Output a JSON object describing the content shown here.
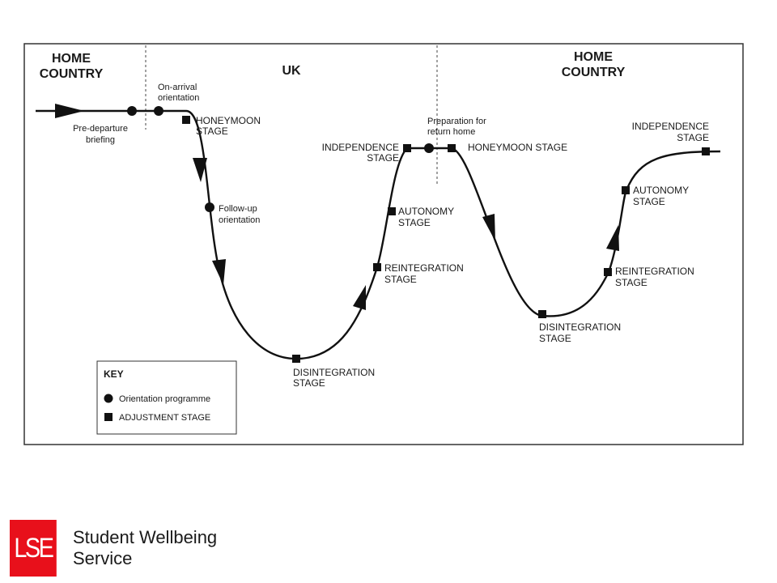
{
  "regions": {
    "home_left": [
      "HOME",
      "COUNTRY"
    ],
    "uk": "UK",
    "home_right": [
      "HOME",
      "COUNTRY"
    ]
  },
  "orientation_labels": {
    "pre_departure": [
      "Pre-departure",
      "briefing"
    ],
    "on_arrival": [
      "On-arrival",
      "orientation"
    ],
    "follow_up": [
      "Follow-up",
      "orientation"
    ],
    "preparation": [
      "Preparation for",
      "return home"
    ]
  },
  "stage_labels": {
    "honeymoon_1": [
      "HONEYMOON",
      "STAGE"
    ],
    "disintegration_1": [
      "DISINTEGRATION",
      "STAGE"
    ],
    "reintegration_1": [
      "REINTEGRATION",
      "STAGE"
    ],
    "autonomy_1": [
      "AUTONOMY",
      "STAGE"
    ],
    "independence_1": [
      "INDEPENDENCE",
      "STAGE"
    ],
    "honeymoon_2": "HONEYMOON STAGE",
    "disintegration_2": [
      "DISINTEGRATION",
      "STAGE"
    ],
    "reintegration_2": [
      "REINTEGRATION",
      "STAGE"
    ],
    "autonomy_2": [
      "AUTONOMY",
      "STAGE"
    ],
    "independence_2": [
      "INDEPENDENCE",
      "STAGE"
    ]
  },
  "key": {
    "title": "KEY",
    "orientation": "Orientation programme",
    "adjustment": "ADJUSTMENT STAGE"
  },
  "footer": {
    "logo_text": "LSE",
    "service_line1": "Student Wellbeing",
    "service_line2": "Service"
  },
  "colors": {
    "logo_red": "#e8101b",
    "ink": "#1a1a1a"
  }
}
